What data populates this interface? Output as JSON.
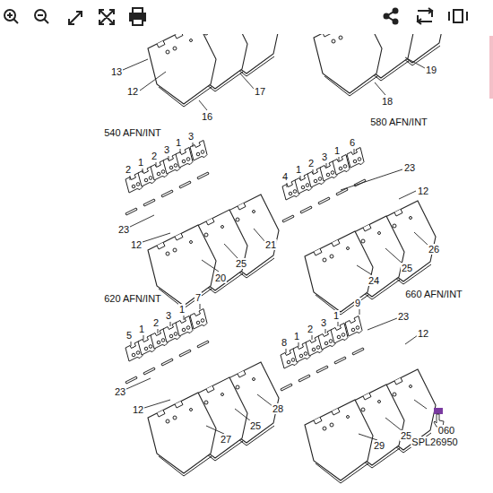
{
  "diagram": {
    "labels": [
      "13",
      "12",
      "16",
      "17",
      "19",
      "18",
      "540 AFN/INT",
      "580 AFN/INT",
      "2",
      "1",
      "2",
      "3",
      "1",
      "3",
      "23",
      "12",
      "21",
      "25",
      "20",
      "4",
      "1",
      "2",
      "3",
      "1",
      "6",
      "23",
      "12",
      "26",
      "25",
      "24",
      "620 AFN/INT",
      "660 AFN/INT",
      "5",
      "1",
      "2",
      "3",
      "1",
      "7",
      "23",
      "12",
      "28",
      "25",
      "27",
      "8",
      "1",
      "2",
      "3",
      "1",
      "9",
      "23",
      "12",
      "060",
      "25",
      "SPL26950",
      "29"
    ]
  }
}
